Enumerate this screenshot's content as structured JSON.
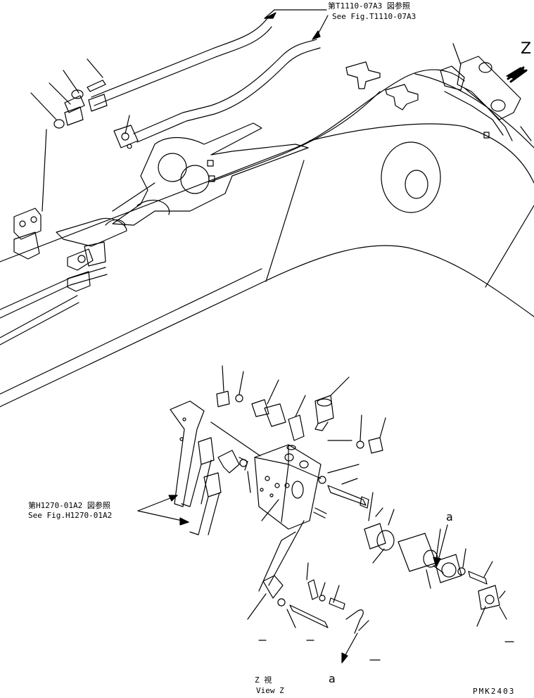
{
  "references": {
    "top_jp": "第T1110-07A3 図参照",
    "top_en": "See Fig.T1110-07A3",
    "mid_jp": "第H1270-01A2 図参照",
    "mid_en": "See Fig.H1270-01A2"
  },
  "view_marker": "Z",
  "detail_marker": "a",
  "caption": {
    "view_jp": "Z  視",
    "view_en": "View Z"
  },
  "drawing_code": "PMK2403"
}
